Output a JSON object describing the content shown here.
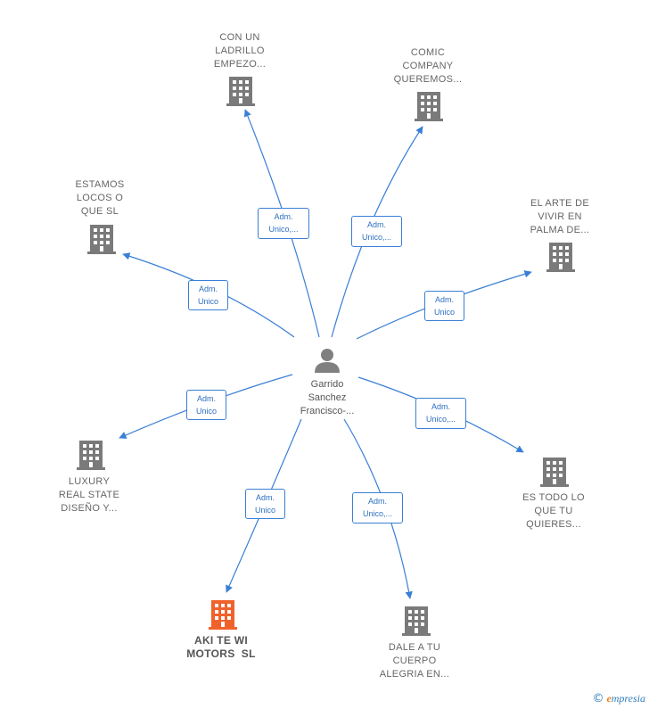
{
  "colors": {
    "edge": "#3a7fd5",
    "building": "#7a7a7a",
    "building_highlight": "#f0622c",
    "person": "#808080"
  },
  "center": {
    "icon": "person-icon",
    "lines": [
      "Garrido",
      "Sanchez",
      "Francisco-..."
    ]
  },
  "companies": [
    {
      "lines": [
        "CON UN",
        "LADRILLO",
        "EMPEZO..."
      ],
      "icon": "building-icon",
      "highlight": false
    },
    {
      "lines": [
        "COMIC",
        "COMPANY",
        "QUEREMOS..."
      ],
      "icon": "building-icon",
      "highlight": false
    },
    {
      "lines": [
        "ESTAMOS",
        "LOCOS O",
        "QUE SL"
      ],
      "icon": "building-icon",
      "highlight": false
    },
    {
      "lines": [
        "EL ARTE DE",
        "VIVIR EN",
        "PALMA DE..."
      ],
      "icon": "building-icon",
      "highlight": false
    },
    {
      "lines": [
        "LUXURY",
        "REAL STATE",
        "DISEÑO Y..."
      ],
      "icon": "building-icon",
      "highlight": false
    },
    {
      "lines": [
        "ES TODO LO",
        "QUE TU",
        "QUIERES..."
      ],
      "icon": "building-icon",
      "highlight": false
    },
    {
      "lines": [
        "AKI TE WI",
        "MOTORS  SL"
      ],
      "icon": "building-icon",
      "highlight": true
    },
    {
      "lines": [
        "DALE A TU",
        "CUERPO",
        "ALEGRIA EN..."
      ],
      "icon": "building-icon",
      "highlight": false
    }
  ],
  "roles": [
    {
      "lines": [
        "Adm.",
        "Unico,..."
      ]
    },
    {
      "lines": [
        "Adm.",
        "Unico,..."
      ]
    },
    {
      "lines": [
        "Adm.",
        "Unico"
      ]
    },
    {
      "lines": [
        "Adm.",
        "Unico"
      ]
    },
    {
      "lines": [
        "Adm.",
        "Unico"
      ]
    },
    {
      "lines": [
        "Adm.",
        "Unico,..."
      ]
    },
    {
      "lines": [
        "Adm.",
        "Unico"
      ]
    },
    {
      "lines": [
        "Adm.",
        "Unico,..."
      ]
    }
  ],
  "brand": {
    "copyright": "©",
    "initial": "e",
    "rest": "mpresia"
  }
}
